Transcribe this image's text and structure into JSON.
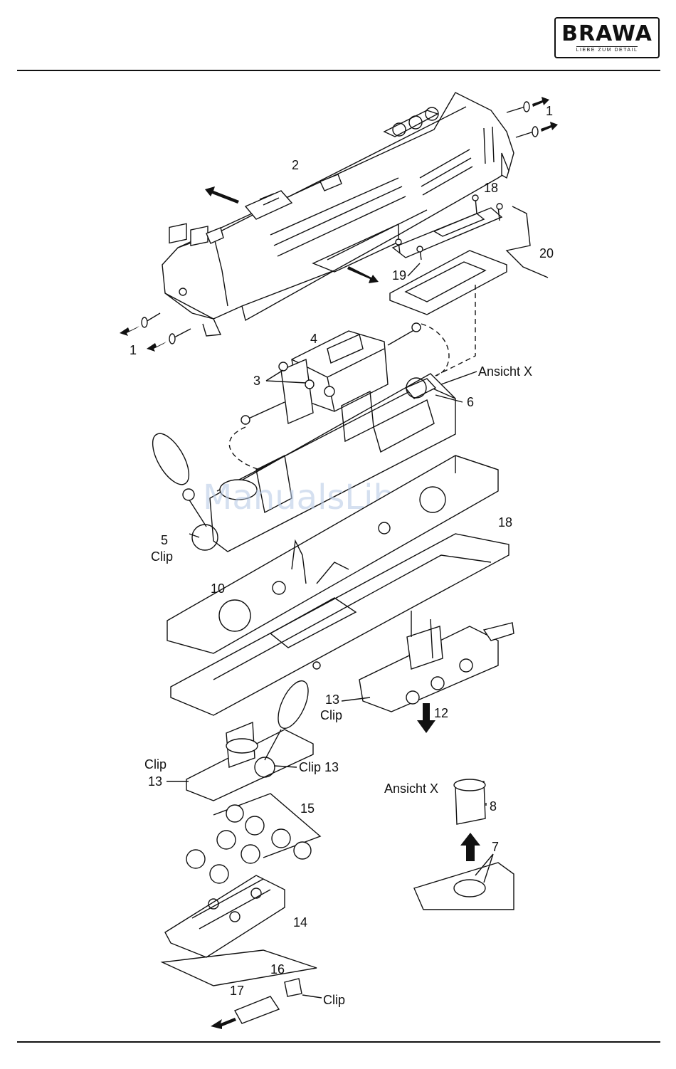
{
  "logo": {
    "name": "BRAWA",
    "tagline": "LIEBE ZUM DETAIL"
  },
  "watermark": "ManualsLib.de",
  "labels": {
    "l1a": "1",
    "l1b": "1",
    "l2": "2",
    "l3": "3",
    "l4": "4",
    "l5": "5",
    "l5clip": "Clip",
    "l6": "6",
    "l7": "7",
    "l8": "8",
    "l10": "10",
    "l12": "12",
    "l13": "13",
    "l13clip": "Clip",
    "l13b_clip": "Clip",
    "l13b": "13",
    "clip13": "Clip 13",
    "l14": "14",
    "l15": "15",
    "l16": "16",
    "l17": "17",
    "l18a": "18",
    "l18b": "18",
    "l19": "19",
    "l20": "20",
    "ansicht_x_1": "Ansicht X",
    "ansicht_x_2": "Ansicht X",
    "clip_bottom": "Clip"
  }
}
